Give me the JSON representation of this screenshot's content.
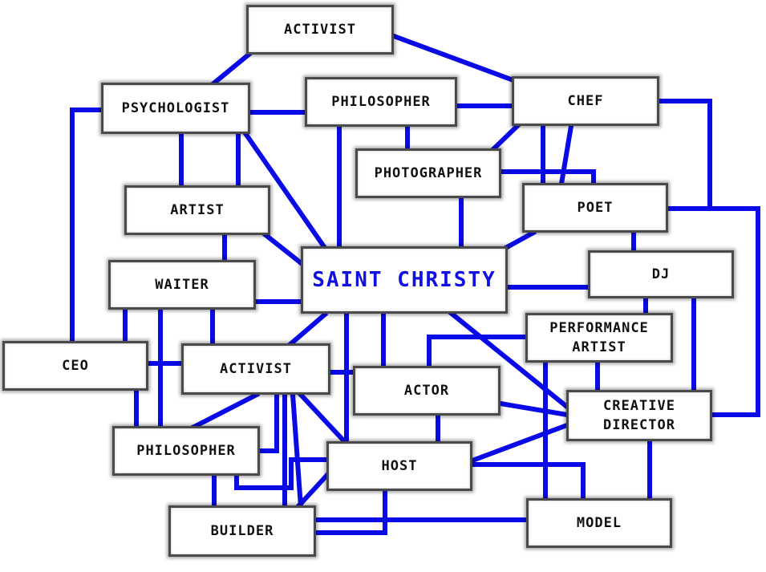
{
  "nodes": {
    "activist_top": "ACTIVIST",
    "psychologist": "PSYCHOLOGIST",
    "philosopher_top": "PHILOSOPHER",
    "chef": "CHEF",
    "photographer": "PHOTOGRAPHER",
    "artist": "ARTIST",
    "poet": "POET",
    "saint_christy": "SAINT CHRISTY",
    "waiter": "WAITER",
    "dj": "DJ",
    "performance_artist": "PERFORMANCE\nARTIST",
    "ceo": "CEO",
    "activist_mid": "ACTIVIST",
    "actor": "ACTOR",
    "creative_director": "CREATIVE\nDIRECTOR",
    "philosopher_bottom": "PHILOSOPHER",
    "host": "HOST",
    "builder": "BUILDER",
    "model": "MODEL"
  },
  "colors": {
    "edge": "#0a0ae6",
    "center_text": "#1010e0",
    "node_text": "#111111",
    "node_border": "#4a4a4a"
  }
}
